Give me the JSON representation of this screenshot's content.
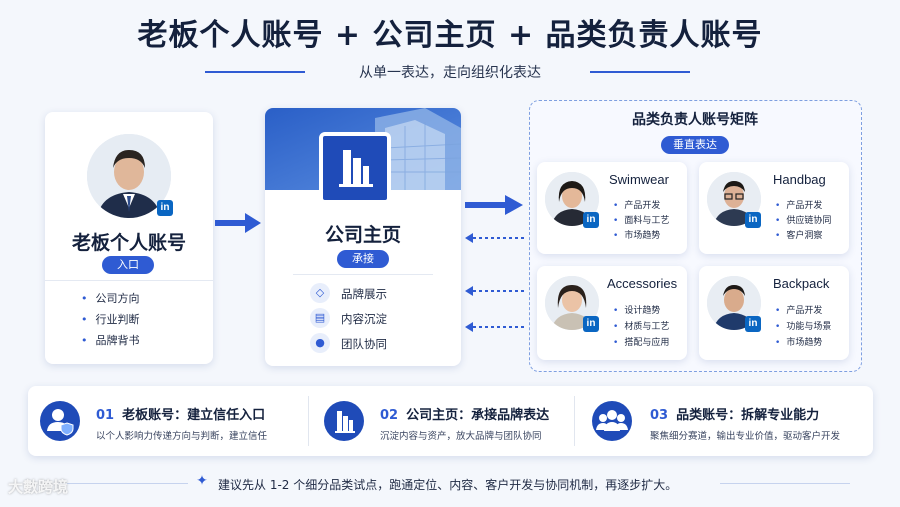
{
  "title": "老板个人账号 + 公司主页 + 品类负责人账号",
  "subtitle": "从单一表达，走向组织化表达",
  "colors": {
    "accent": "#2f5bd3",
    "dark": "#14213d",
    "linkedin": "#0a66c2"
  },
  "boss": {
    "title": "老板个人账号",
    "tag": "入口",
    "badge": "in",
    "items": [
      "公司方向",
      "行业判断",
      "品牌背书"
    ]
  },
  "company": {
    "title": "公司主页",
    "tag": "承接",
    "features": [
      {
        "icon": "tag-icon",
        "label": "品牌展示"
      },
      {
        "icon": "document-icon",
        "label": "内容沉淀"
      },
      {
        "icon": "team-icon",
        "label": "团队协同"
      }
    ]
  },
  "matrix": {
    "title": "品类负责人账号矩阵",
    "tag": "垂直表达",
    "categories": [
      {
        "name": "Swimwear",
        "items": [
          "产品开发",
          "面料与工艺",
          "市场趋势"
        ]
      },
      {
        "name": "Handbag",
        "items": [
          "产品开发",
          "供应链协同",
          "客户洞察"
        ]
      },
      {
        "name": "Accessories",
        "items": [
          "设计趋势",
          "材质与工艺",
          "搭配与应用"
        ]
      },
      {
        "name": "Backpack",
        "items": [
          "产品开发",
          "功能与场景",
          "市场趋势"
        ]
      }
    ]
  },
  "summary": [
    {
      "num": "01",
      "title": "老板账号：建立信任入口",
      "desc": "以个人影响力传递方向与判断，建立信任",
      "icon": "user-shield-icon"
    },
    {
      "num": "02",
      "title": "公司主页：承接品牌表达",
      "desc": "沉淀内容与资产，放大品牌与团队协同",
      "icon": "building-icon"
    },
    {
      "num": "03",
      "title": "品类账号：拆解专业能力",
      "desc": "聚焦细分赛道，输出专业价值，驱动客户开发",
      "icon": "group-icon"
    }
  ],
  "tip": "建议先从 1-2 个细分品类试点，跑通定位、内容、客户开发与协同机制，再逐步扩大。",
  "watermark": "大數跨境"
}
